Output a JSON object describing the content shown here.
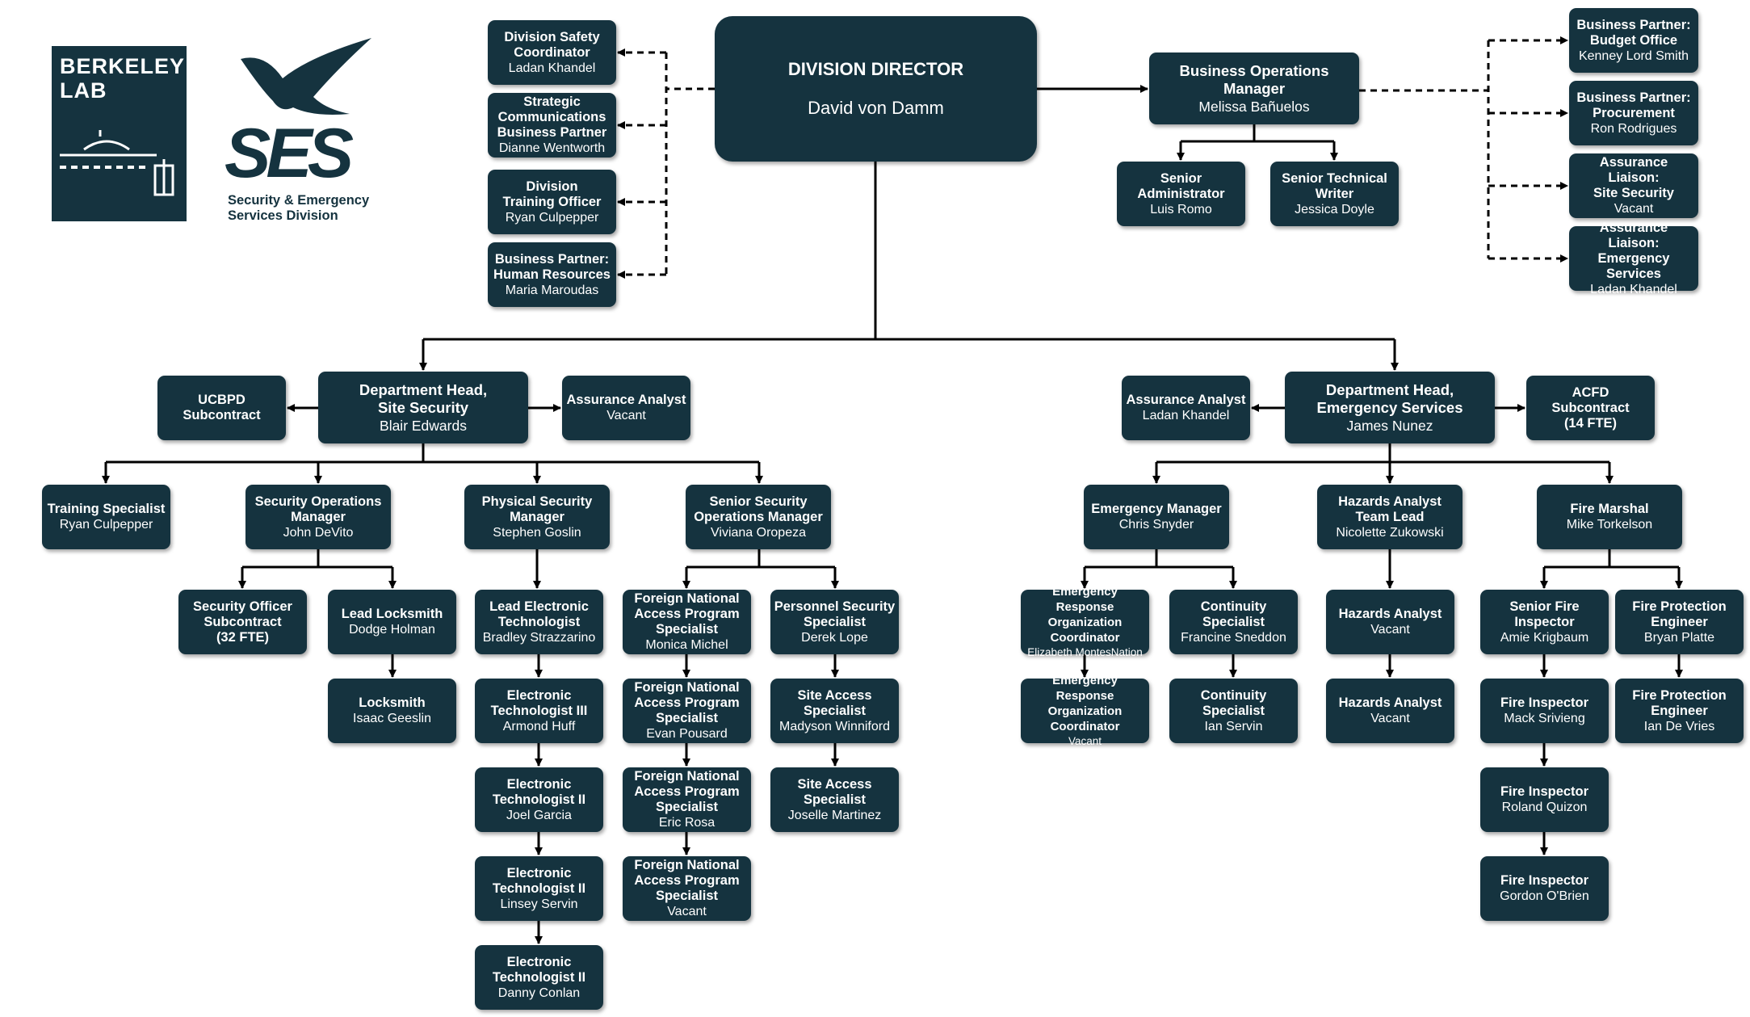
{
  "logos": {
    "lab_text": "BERKELEY\nLAB",
    "ses_text": "SES",
    "ses_subtitle": "Security & Emergency\nServices Division"
  },
  "director": {
    "title": "DIVISION DIRECTOR",
    "name": "David von Damm"
  },
  "director_staff": [
    {
      "title": "Division Safety\nCoordinator",
      "name": "Ladan Khandel"
    },
    {
      "title": "Strategic\nCommunications\nBusiness Partner",
      "name": "Dianne Wentworth"
    },
    {
      "title": "Division\nTraining Officer",
      "name": "Ryan Culpepper"
    },
    {
      "title": "Business Partner:\nHuman Resources",
      "name": "Maria Maroudas"
    }
  ],
  "business_ops": {
    "title": "Business Operations\nManager",
    "name": "Melissa Bañuelos",
    "reports": [
      {
        "title": "Senior\nAdministrator",
        "name": "Luis Romo"
      },
      {
        "title": "Senior Technical\nWriter",
        "name": "Jessica Doyle"
      }
    ],
    "partners": [
      {
        "title": "Business Partner:\nBudget Office",
        "name": "Kenney Lord Smith"
      },
      {
        "title": "Business Partner:\nProcurement",
        "name": "Ron Rodrigues"
      },
      {
        "title": "Assurance Liaison:\nSite Security",
        "name": "Vacant"
      },
      {
        "title": "Assurance Liaison:\nEmergency Services",
        "name": "Ladan Khandel"
      }
    ]
  },
  "site_security": {
    "head": {
      "title": "Department Head,\nSite Security",
      "name": "Blair Edwards"
    },
    "subcontract": {
      "title": "UCBPD Subcontract"
    },
    "analyst": {
      "title": "Assurance Analyst",
      "name": "Vacant"
    },
    "training": {
      "title": "Training Specialist",
      "name": "Ryan Culpepper"
    },
    "sec_ops": {
      "title": "Security Operations\nManager",
      "name": "John DeVito",
      "officer": {
        "title": "Security Officer\nSubcontract\n(32 FTE)"
      },
      "lead_lock": {
        "title": "Lead Locksmith",
        "name": "Dodge Holman"
      },
      "locksmith": {
        "title": "Locksmith",
        "name": "Isaac Geeslin"
      }
    },
    "physical": {
      "title": "Physical Security\nManager",
      "name": "Stephen Goslin",
      "chain": [
        {
          "title": "Lead Electronic\nTechnologist",
          "name": "Bradley Strazzarino"
        },
        {
          "title": "Electronic\nTechnologist III",
          "name": "Armond Huff"
        },
        {
          "title": "Electronic\nTechnologist II",
          "name": "Joel Garcia"
        },
        {
          "title": "Electronic\nTechnologist II",
          "name": "Linsey Servin"
        },
        {
          "title": "Electronic\nTechnologist II",
          "name": "Danny Conlan"
        }
      ]
    },
    "senior_ops": {
      "title": "Senior Security\nOperations Manager",
      "name": "Viviana Oropeza",
      "fnap": [
        {
          "title": "Foreign National\nAccess Program\nSpecialist",
          "name": "Monica Michel"
        },
        {
          "title": "Foreign National\nAccess Program\nSpecialist",
          "name": "Evan Pousard"
        },
        {
          "title": "Foreign National\nAccess Program\nSpecialist",
          "name": "Eric Rosa"
        },
        {
          "title": "Foreign National\nAccess Program\nSpecialist",
          "name": "Vacant"
        }
      ],
      "personnel": [
        {
          "title": "Personnel Security\nSpecialist",
          "name": "Derek Lope"
        },
        {
          "title": "Site Access\nSpecialist",
          "name": "Madyson Winniford"
        },
        {
          "title": "Site Access\nSpecialist",
          "name": "Joselle Martinez"
        }
      ]
    }
  },
  "emergency_services": {
    "head": {
      "title": "Department Head,\nEmergency Services",
      "name": "James Nunez"
    },
    "analyst": {
      "title": "Assurance Analyst",
      "name": "Ladan Khandel"
    },
    "subcontract": {
      "title": "ACFD\nSubcontract\n(14 FTE)"
    },
    "em_manager": {
      "title": "Emergency Manager",
      "name": "Chris Snyder",
      "ero": [
        {
          "title": "Emergency Response\nOrganization\nCoordinator",
          "name": "Elizabeth MontesNation"
        },
        {
          "title": "Emergency Response\nOrganization\nCoordinator",
          "name": "Vacant"
        }
      ],
      "continuity": [
        {
          "title": "Continuity\nSpecialist",
          "name": "Francine Sneddon"
        },
        {
          "title": "Continuity\nSpecialist",
          "name": "Ian Servin"
        }
      ]
    },
    "hazards": {
      "title": "Hazards Analyst\nTeam Lead",
      "name": "Nicolette Zukowski",
      "chain": [
        {
          "title": "Hazards Analyst",
          "name": "Vacant"
        },
        {
          "title": "Hazards Analyst",
          "name": "Vacant"
        }
      ]
    },
    "fire_marshal": {
      "title": "Fire Marshal",
      "name": "Mike Torkelson",
      "inspectors": [
        {
          "title": "Senior Fire\nInspector",
          "name": "Amie Krigbaum"
        },
        {
          "title": "Fire Inspector",
          "name": "Mack Srivieng"
        },
        {
          "title": "Fire Inspector",
          "name": "Roland Quizon"
        },
        {
          "title": "Fire Inspector",
          "name": "Gordon O'Brien"
        }
      ],
      "engineers": [
        {
          "title": "Fire Protection\nEngineer",
          "name": "Bryan Platte"
        },
        {
          "title": "Fire Protection\nEngineer",
          "name": "Ian De Vries"
        }
      ]
    }
  }
}
